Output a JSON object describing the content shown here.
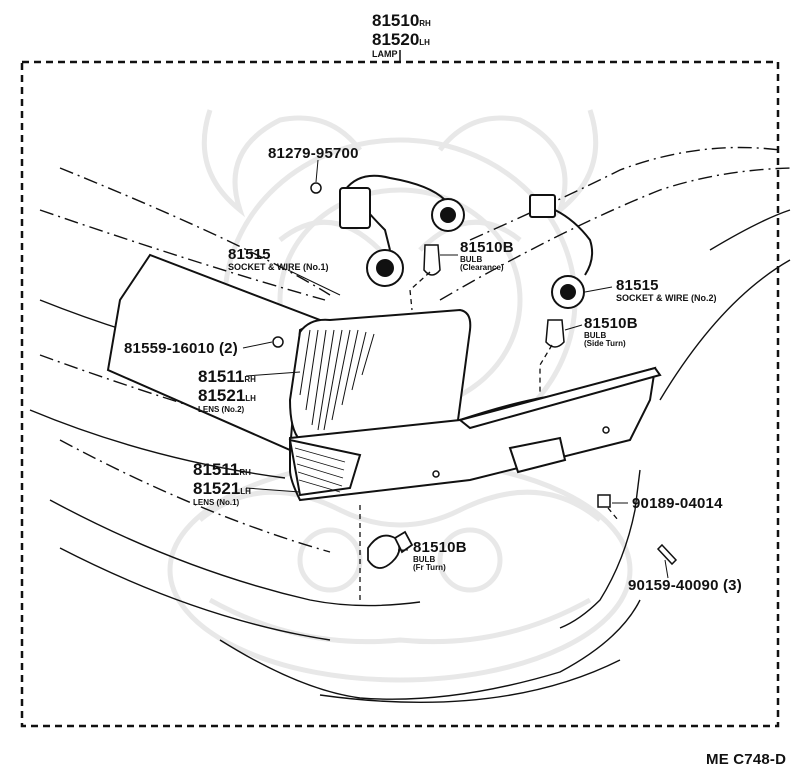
{
  "header": {
    "part_rh": "81510",
    "part_rh_side": "RH",
    "part_lh": "81520",
    "part_lh_side": "LH",
    "name": "LAMP"
  },
  "callouts": {
    "clip_top": "81279-95700",
    "socket_no1_pn": "81515",
    "socket_no1_desc": "SOCKET & WIRE (No.1)",
    "bulb_clearance_pn": "81510B",
    "bulb_clearance_name": "BULB",
    "bulb_clearance_desc": "(Clearance)",
    "socket_no2_pn": "81515",
    "socket_no2_desc": "SOCKET & WIRE (No.2)",
    "bulb_side_pn": "81510B",
    "bulb_side_name": "BULB",
    "bulb_side_desc": "(Side Turn)",
    "screw_left": "81559-16010 (2)",
    "lens2_rh": "81511",
    "lens2_rh_side": "RH",
    "lens2_lh": "81521",
    "lens2_lh_side": "LH",
    "lens2_desc": "LENS (No.2)",
    "lens1_rh": "81511",
    "lens1_rh_side": "RH",
    "lens1_lh": "81521",
    "lens1_lh_side": "LH",
    "lens1_desc": "LENS (No.1)",
    "nut_right": "90189-04014",
    "bulb_front_pn": "81510B",
    "bulb_front_name": "BULB",
    "bulb_front_desc": "(Fr Turn)",
    "screw_right": "90159-40090 (3)"
  },
  "footer": {
    "code": "ME C748-D"
  },
  "colors": {
    "ink": "#111111",
    "watermark": "#e6e6e6"
  }
}
